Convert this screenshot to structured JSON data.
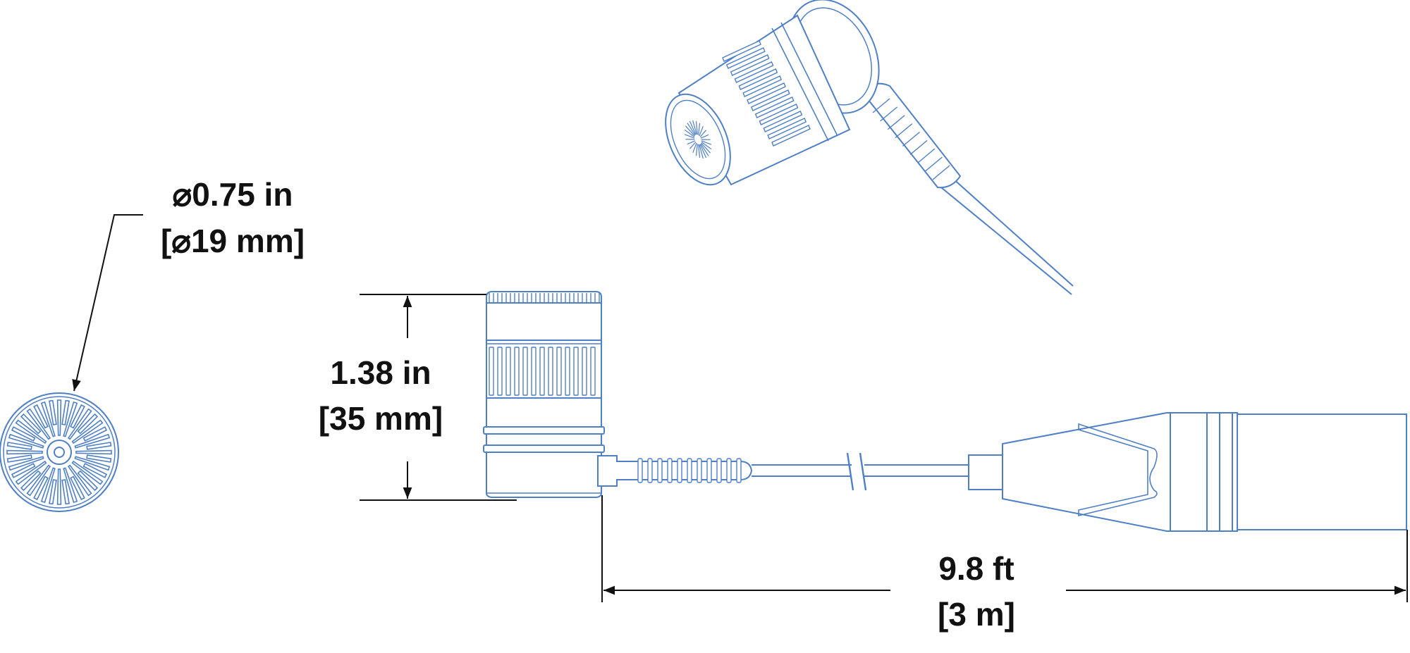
{
  "colors": {
    "outline": "#4f7fc4",
    "fill": "#ffffff",
    "dimension": "#111111"
  },
  "dimensions": {
    "diameter_in": "⌀0.75 in",
    "diameter_mm": "[⌀19 mm]",
    "height_in": "1.38 in",
    "height_mm": "[35 mm]",
    "cable_ft": "9.8 ft",
    "cable_m": "[3 m]"
  }
}
